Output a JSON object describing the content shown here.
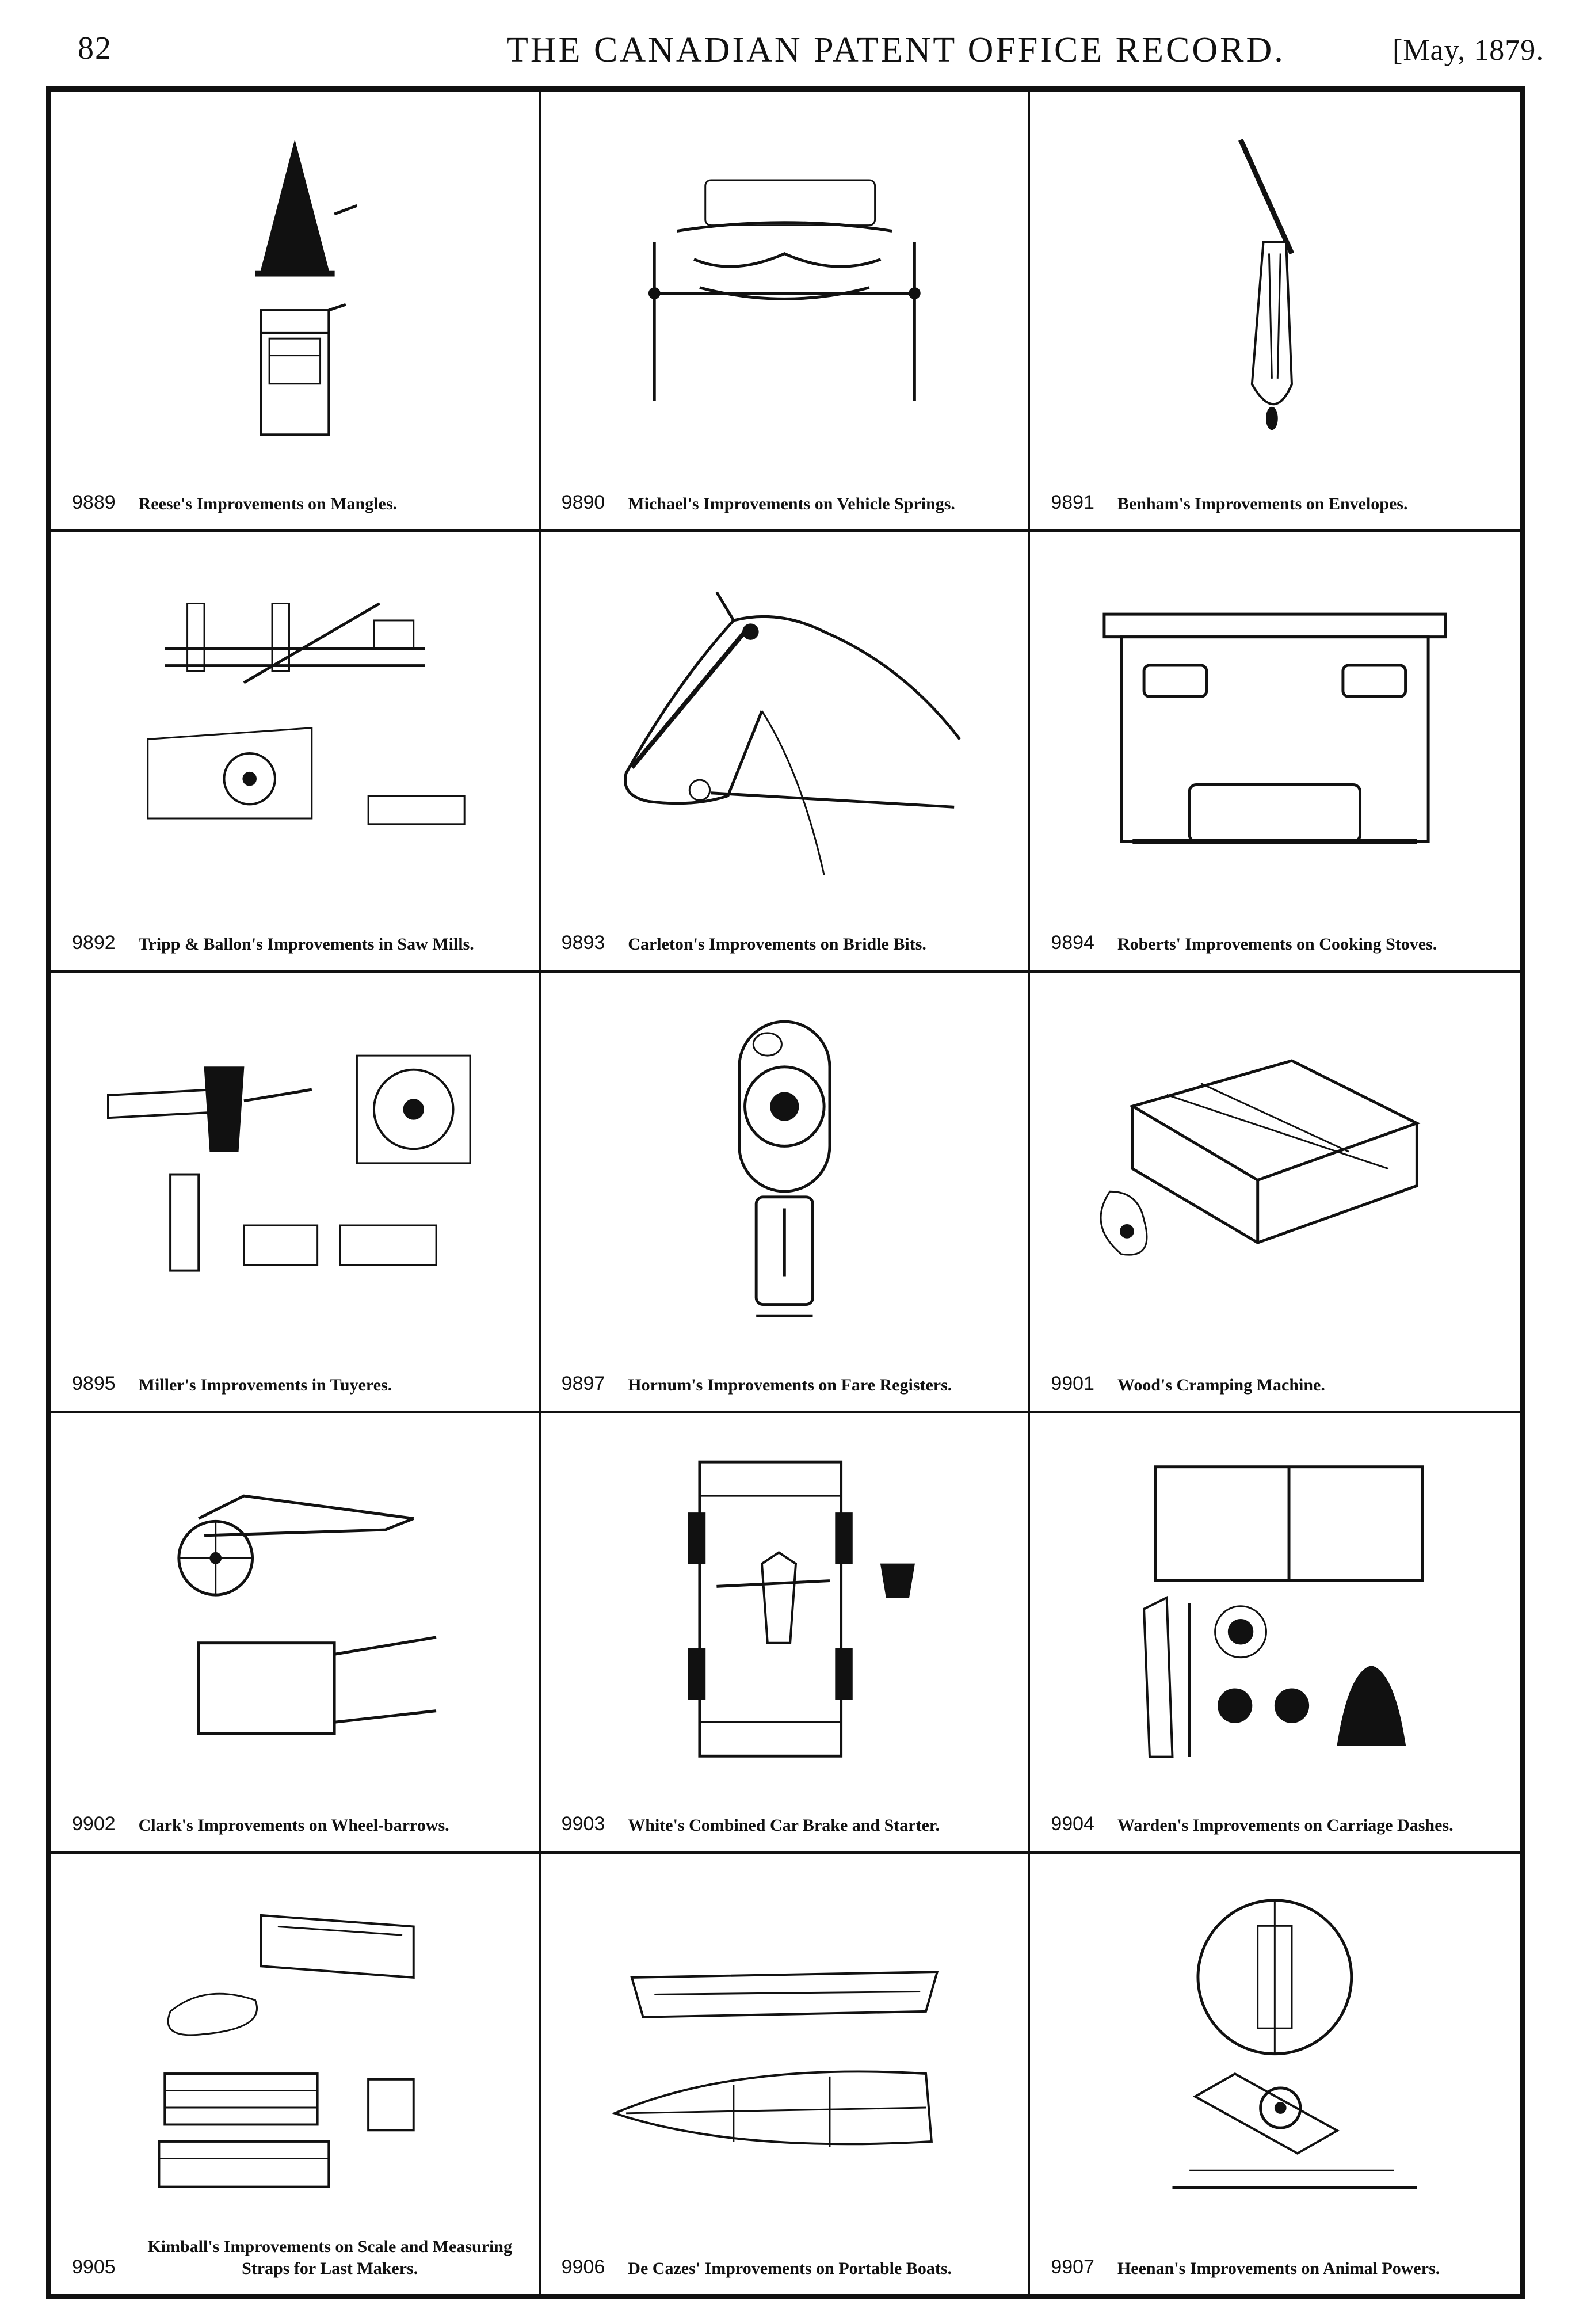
{
  "header": {
    "page_number": "82",
    "title": "THE CANADIAN PATENT OFFICE RECORD.",
    "date": "[May, 1879."
  },
  "patents": [
    {
      "number": "9889",
      "title": "Reese's Improvements on Mangles.",
      "icon": "mangle-drawing-icon"
    },
    {
      "number": "9890",
      "title": "Michael's Improvements on Vehicle Springs.",
      "icon": "vehicle-spring-drawing-icon"
    },
    {
      "number": "9891",
      "title": "Benham's Improvements on Envelopes.",
      "icon": "envelope-drawing-icon"
    },
    {
      "number": "9892",
      "title": "Tripp & Ballon's Improvements in Saw Mills.",
      "icon": "saw-mill-drawing-icon"
    },
    {
      "number": "9893",
      "title": "Carleton's Improvements on Bridle Bits.",
      "icon": "bridle-bit-drawing-icon"
    },
    {
      "number": "9894",
      "title": "Roberts' Improvements on Cooking Stoves.",
      "icon": "cooking-stove-drawing-icon"
    },
    {
      "number": "9895",
      "title": "Miller's Improvements in Tuyeres.",
      "icon": "tuyere-drawing-icon"
    },
    {
      "number": "9897",
      "title": "Hornum's Improvements on Fare Registers.",
      "icon": "fare-register-drawing-icon"
    },
    {
      "number": "9901",
      "title": "Wood's Cramping Machine.",
      "icon": "cramping-machine-drawing-icon"
    },
    {
      "number": "9902",
      "title": "Clark's Improvements on Wheel-barrows.",
      "icon": "wheelbarrow-drawing-icon"
    },
    {
      "number": "9903",
      "title": "White's Combined Car Brake and Starter.",
      "icon": "car-brake-drawing-icon"
    },
    {
      "number": "9904",
      "title": "Warden's Improvements on Carriage Dashes.",
      "icon": "carriage-dash-drawing-icon"
    },
    {
      "number": "9905",
      "title": "Kimball's Improvements on Scale and Measuring Straps for Last Makers.",
      "icon": "measuring-strap-drawing-icon"
    },
    {
      "number": "9906",
      "title": "De Cazes' Improvements on Portable Boats.",
      "icon": "portable-boat-drawing-icon"
    },
    {
      "number": "9907",
      "title": "Heenan's Improvements on Animal Powers.",
      "icon": "animal-power-drawing-icon"
    }
  ]
}
